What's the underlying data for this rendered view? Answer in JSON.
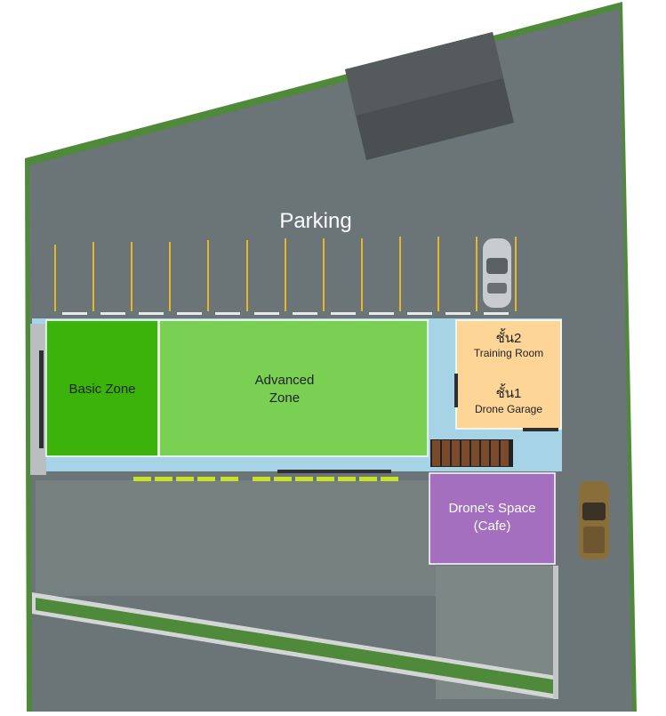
{
  "labels": {
    "parking": "Parking",
    "basic_zone": "Basic Zone",
    "advanced_zone_line1": "Advanced",
    "advanced_zone_line2": "Zone",
    "floor2": "ชั้น2",
    "training_room": "Training Room",
    "floor1": "ชั้น1",
    "drone_garage": "Drone Garage",
    "cafe_line1": "Drone’s Space",
    "cafe_line2": "(Cafe)"
  },
  "colors": {
    "asphalt": "#6b7477",
    "grass": "#4f8a3a",
    "basic_zone": "#3cb30a",
    "advanced_zone": "#79d052",
    "light_blue": "#a6d3e6",
    "orange_room": "#fdd597",
    "cafe": "#a36fbe",
    "parking_line": "#e5b62c",
    "roof": "#4a5052",
    "car_silver": "#c9ccce",
    "car_gold": "#8a6e3a"
  }
}
